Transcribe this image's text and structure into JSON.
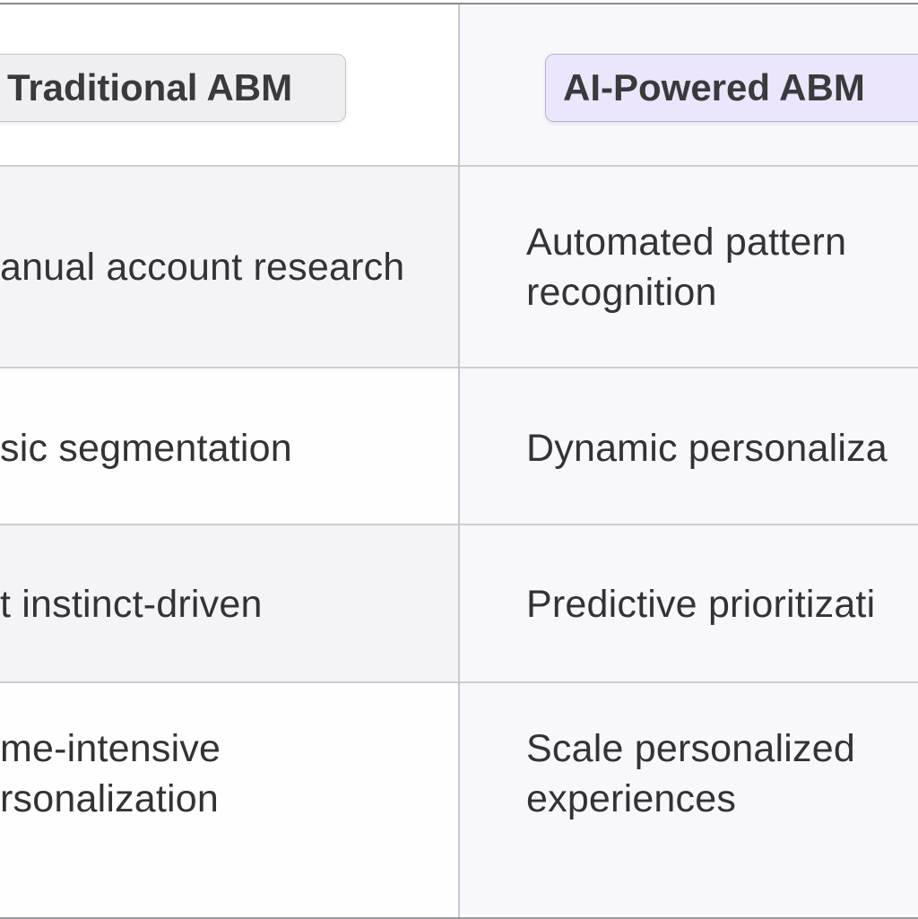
{
  "header": {
    "left_label": "Traditional ABM",
    "right_label": "AI-Powered ABM"
  },
  "rows": [
    {
      "left": [
        "anual account research"
      ],
      "right": [
        "Automated pattern",
        "recognition"
      ]
    },
    {
      "left": [
        "sic segmentation"
      ],
      "right": [
        "Dynamic personaliza"
      ]
    },
    {
      "left": [
        "t instinct-driven"
      ],
      "right": [
        "Predictive prioritizati"
      ]
    },
    {
      "left": [
        "me-intensive",
        "rsonalization"
      ],
      "right": [
        "Scale personalized",
        "experiences"
      ]
    }
  ],
  "colors": {
    "left_badge": "#efeff1",
    "right_badge": "#ebe6fb",
    "right_column": "#f8f8fc",
    "text": "#333336"
  }
}
